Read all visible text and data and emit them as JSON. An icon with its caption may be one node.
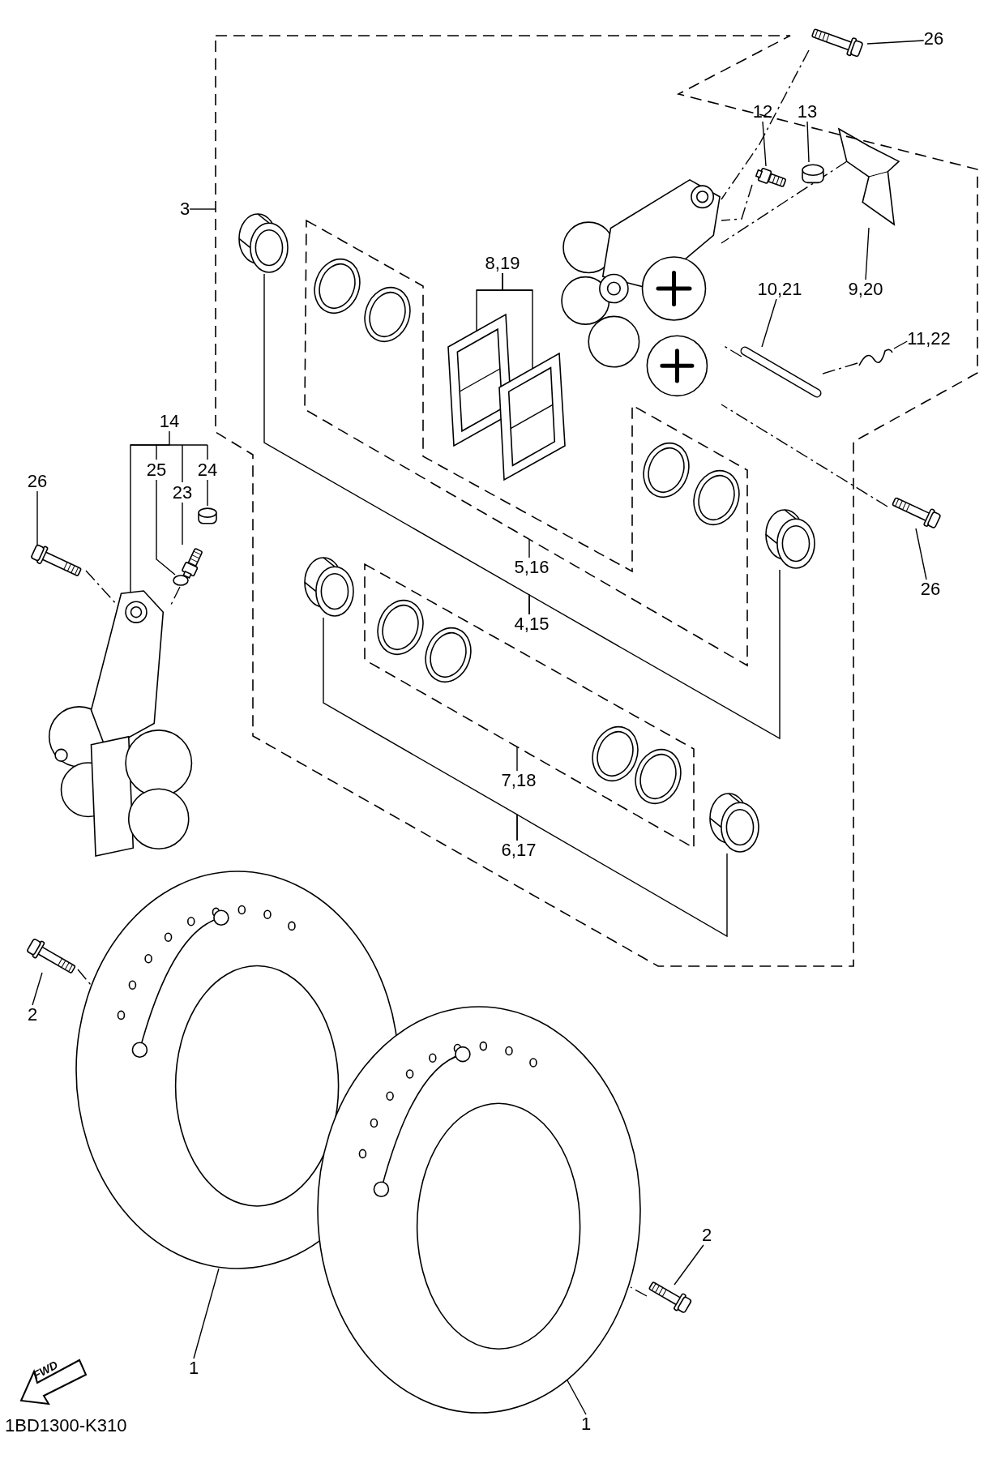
{
  "diagram": {
    "nodes": [
      {
        "text": [
          "26"
        ]
      },
      {
        "text": [],
        "shape": "picture"
      },
      {
        "text": [
          "12"
        ]
      },
      {
        "text": [
          "13"
        ]
      },
      {
        "text": [
          "3"
        ]
      },
      {
        "text": [],
        "shape": "box"
      },
      {
        "text": [],
        "shape": "picture",
        "in": 5
      },
      {
        "text": [],
        "shape": "cylinder",
        "in": 5
      },
      {
        "text": [],
        "shape": "picture",
        "in": 5
      },
      {
        "text": [],
        "shape": "picture",
        "in": 5
      },
      {
        "text": [],
        "shape": "picture",
        "in": 5
      },
      {
        "text": [],
        "shape": "box",
        "in": 5
      },
      {
        "text": [
          "8,19"
        ],
        "in": 5
      },
      {
        "text": [],
        "shape": "picture",
        "in": 5
      },
      {
        "text": [],
        "shape": "picture",
        "in": 5
      },
      {
        "text": [
          "10,21"
        ],
        "in": 5
      },
      {
        "text": [
          "9,20"
        ],
        "in": 5
      },
      {
        "text": [],
        "shape": "picture",
        "in": 5
      },
      {
        "text": [
          "11,22"
        ],
        "in": 5
      },
      {
        "text": [],
        "shape": "picture",
        "in": 5
      },
      {
        "text": [
          "14"
        ]
      },
      {
        "text": [
          "25"
        ]
      },
      {
        "text": [
          "24"
        ]
      },
      {
        "text": [
          "23"
        ]
      },
      {
        "text": [
          "26"
        ]
      },
      {
        "text": [],
        "shape": "cylinder"
      },
      {
        "text": [],
        "shape": "picture"
      },
      {
        "text": [],
        "shape": "picture"
      },
      {
        "text": [],
        "shape": "circle"
      },
      {
        "text": [],
        "shape": "picture"
      },
      {
        "text": [],
        "shape": "picture",
        "in": 5
      },
      {
        "text": [],
        "shape": "picture"
      },
      {
        "text": [
          "26"
        ]
      },
      {
        "text": [
          "5,16"
        ],
        "in": 5
      },
      {
        "text": [
          "4,15"
        ],
        "in": 5
      },
      {
        "text": [],
        "shape": "picture",
        "in": 5
      },
      {
        "text": [],
        "shape": "box",
        "in": 5
      },
      {
        "text": [
          "7,18"
        ],
        "in": 5
      },
      {
        "text": [
          "6,17"
        ],
        "in": 5
      },
      {
        "text": [],
        "shape": "picture",
        "in": 5
      },
      {
        "text": [],
        "shape": "picture"
      },
      {
        "text": [
          "2"
        ]
      },
      {
        "text": [],
        "shape": "picture"
      },
      {
        "text": [],
        "shape": "picture"
      },
      {
        "text": [
          "2"
        ]
      },
      {
        "text": [],
        "shape": "picture"
      },
      {
        "text": [
          "1"
        ]
      },
      {
        "text": [
          "1"
        ]
      }
    ],
    "edges": [
      {
        "from": 0,
        "to": 1,
        "arrow": "none"
      },
      {
        "from": 2,
        "to": 6,
        "arrow": "none"
      },
      {
        "from": 3,
        "to": 7,
        "arrow": "none"
      },
      {
        "from": 4,
        "to": 5,
        "arrow": "none"
      },
      {
        "from": 12,
        "to": 13,
        "arrow": "none"
      },
      {
        "from": 12,
        "to": 14,
        "arrow": "none"
      },
      {
        "from": 15,
        "to": 17,
        "arrow": "none"
      },
      {
        "from": 16,
        "to": 8,
        "arrow": "none"
      },
      {
        "from": 18,
        "to": 19,
        "arrow": "none"
      },
      {
        "from": 20,
        "to": 29,
        "arrow": "none"
      },
      {
        "from": 21,
        "to": 28,
        "arrow": "none"
      },
      {
        "from": 23,
        "to": 26,
        "arrow": "none"
      },
      {
        "from": 22,
        "to": 25,
        "arrow": "none"
      },
      {
        "from": 24,
        "to": 27,
        "arrow": "none"
      },
      {
        "from": 32,
        "to": 31,
        "arrow": "none"
      },
      {
        "from": 33,
        "to": 11,
        "arrow": "none"
      },
      {
        "from": 34,
        "to": 10,
        "arrow": "none"
      },
      {
        "from": 34,
        "to": 30,
        "arrow": "none"
      },
      {
        "from": 37,
        "to": 36,
        "arrow": "none"
      },
      {
        "from": 38,
        "to": 35,
        "arrow": "none"
      },
      {
        "from": 38,
        "to": 39,
        "arrow": "none"
      },
      {
        "from": 41,
        "to": 40,
        "arrow": "none"
      },
      {
        "from": 44,
        "to": 45,
        "arrow": "none"
      },
      {
        "from": 46,
        "to": 42,
        "arrow": "none"
      },
      {
        "from": 47,
        "to": 43,
        "arrow": "none"
      },
      {
        "from": 1,
        "to": 9,
        "arrow": "none",
        "style": "dashed"
      },
      {
        "from": 6,
        "to": 9,
        "arrow": "none",
        "style": "dashed"
      },
      {
        "from": 8,
        "to": 9,
        "arrow": "none",
        "style": "dashed"
      },
      {
        "from": 17,
        "to": 9,
        "arrow": "none",
        "style": "dashed"
      },
      {
        "from": 19,
        "to": 17,
        "arrow": "none",
        "style": "dashed"
      },
      {
        "from": 31,
        "to": 9,
        "arrow": "none",
        "style": "dashed"
      },
      {
        "from": 27,
        "to": 29,
        "arrow": "none",
        "style": "dashed"
      },
      {
        "from": 28,
        "to": 29,
        "arrow": "none",
        "style": "dashed"
      },
      {
        "from": 40,
        "to": 42,
        "arrow": "none",
        "style": "dashed"
      },
      {
        "from": 45,
        "to": 43,
        "arrow": "none",
        "style": "dashed"
      }
    ],
    "labels": [
      "FWD",
      "1BD1300-K310"
    ]
  }
}
